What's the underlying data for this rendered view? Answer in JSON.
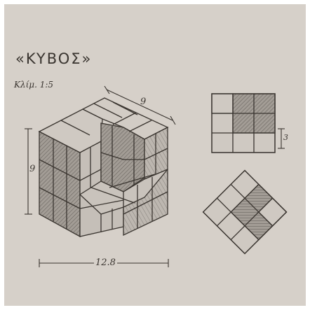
{
  "title": "«KYBOΣ»",
  "scale_note": "Κλίμ. 1:5",
  "dimensions": {
    "top_edge": "9",
    "left_height": "9",
    "bottom_width": "12.8",
    "small_square": "3"
  },
  "colors": {
    "paper": "#d6d0c9",
    "ink": "#3a3530",
    "shade_dark": "#8f8a84",
    "shade_mid": "#aaa49d",
    "shade_light": "#c9c3bc"
  }
}
